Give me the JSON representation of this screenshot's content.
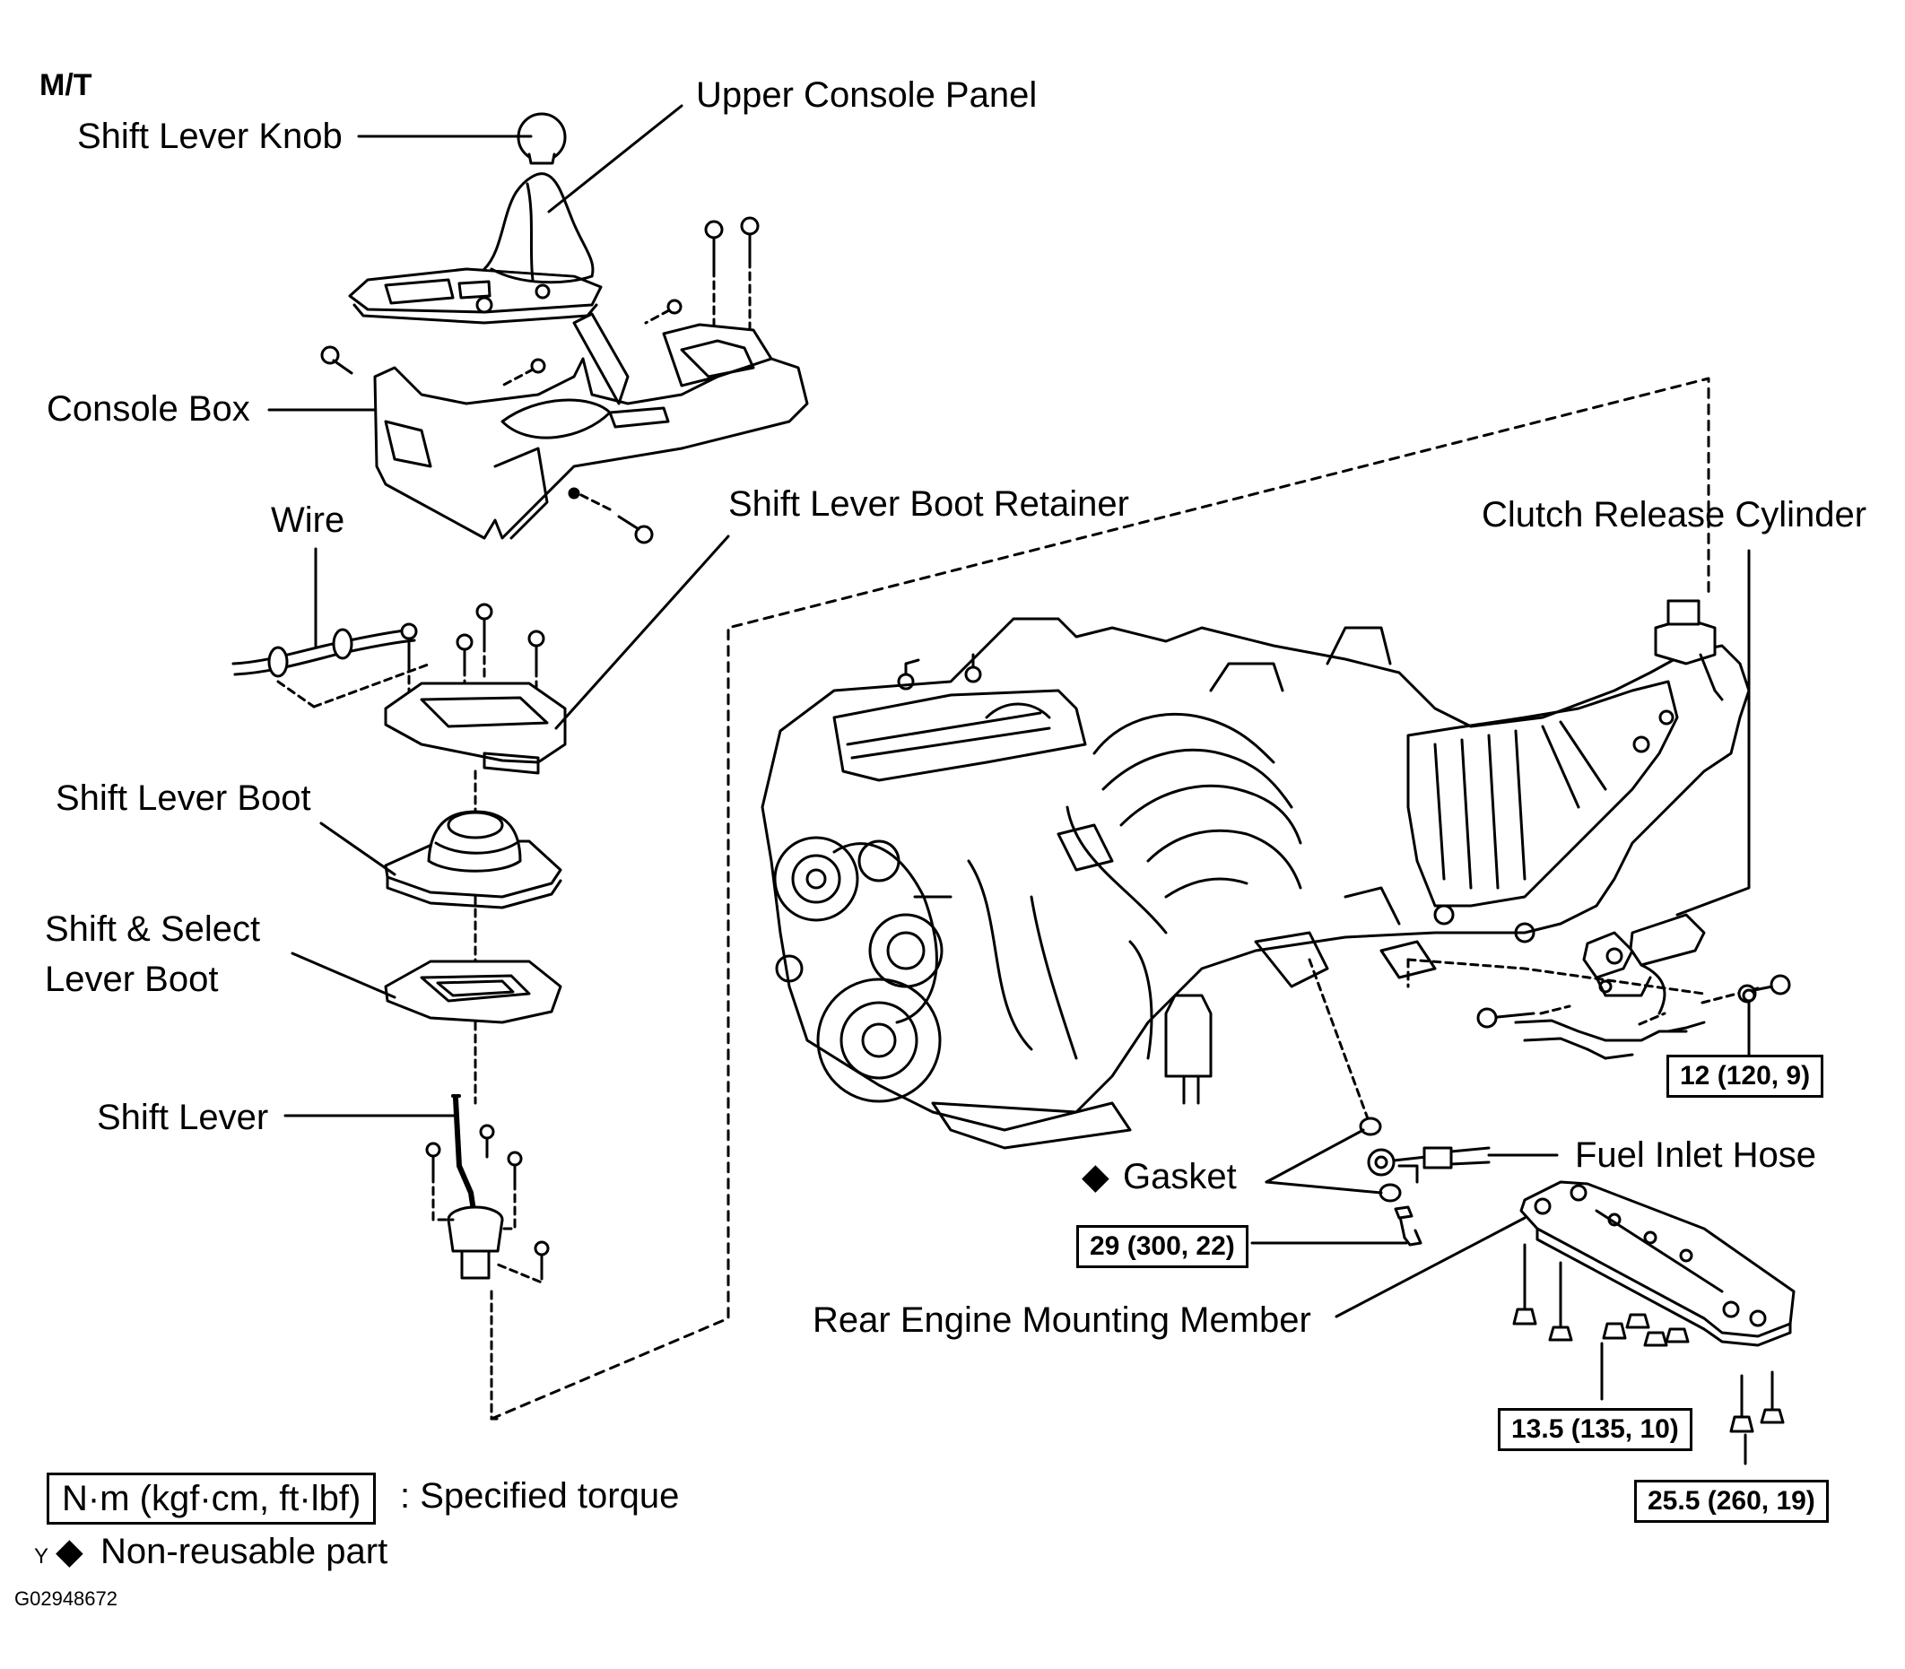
{
  "mode_label": "M/T",
  "labels": {
    "upper_console_panel": "Upper Console Panel",
    "shift_lever_knob": "Shift Lever Knob",
    "console_box": "Console Box",
    "wire": "Wire",
    "shift_lever_boot_retainer": "Shift Lever Boot Retainer",
    "clutch_release_cylinder": "Clutch Release Cylinder",
    "shift_lever_boot": "Shift Lever Boot",
    "shift_select_lever_boot_line1": "Shift & Select",
    "shift_select_lever_boot_line2": "Lever Boot",
    "shift_lever": "Shift Lever",
    "gasket": "Gasket",
    "fuel_inlet_hose": "Fuel Inlet Hose",
    "rear_engine_mounting_member": "Rear Engine Mounting Member"
  },
  "torques": {
    "clutch_bolt": "12 (120, 9)",
    "gasket_bolt": "29 (300, 22)",
    "member_nut": "13.5 (135, 10)",
    "member_bolt": "25.5 (260, 19)"
  },
  "legend": {
    "torque_box": "N·m (kgf·cm, ft·lbf)",
    "torque_desc": ": Specified torque",
    "nonreusable_symbol": "◆",
    "nonreusable_desc": "Non-reusable part",
    "y_mark": "Y"
  },
  "figure_id": "G02948672",
  "non_reusable_marker": "◆"
}
